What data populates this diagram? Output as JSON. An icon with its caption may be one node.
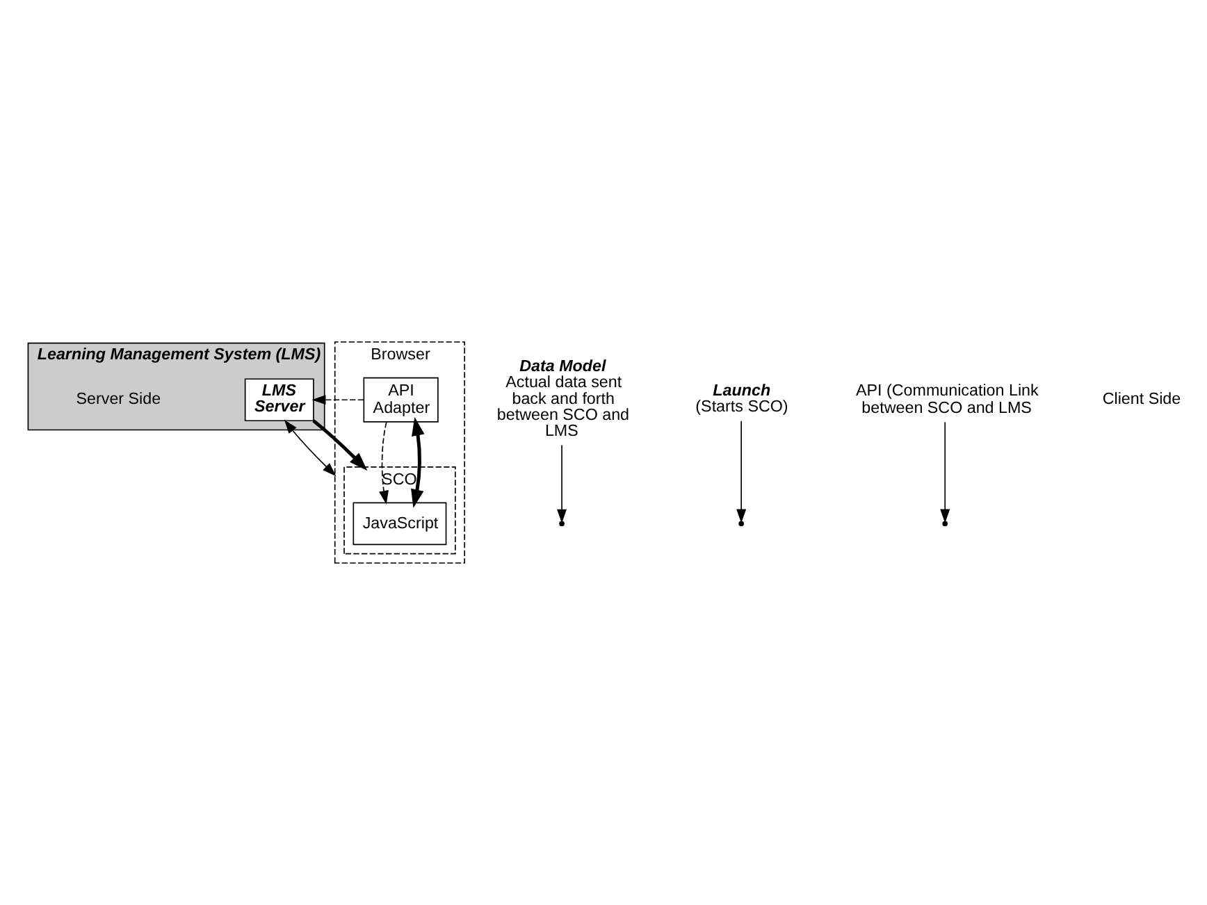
{
  "diagram": {
    "nodes": [
      {
        "text": [
          "Learning Management System (LMS)"
        ]
      },
      {
        "text": [
          "LMS Server"
        ],
        "in": 0
      },
      {
        "text": [
          "Browser"
        ]
      },
      {
        "text": [
          "Data Model",
          "Actual data sent back and forth between SCO and LMS"
        ]
      },
      {
        "text": [
          "SCO"
        ],
        "in": 2
      },
      {
        "text": [
          "API Adapter"
        ],
        "in": 2
      },
      {
        "text": [
          "JavaScript"
        ],
        "in": 4
      },
      {
        "text": [
          "Launch",
          "(Starts SCO)"
        ]
      },
      {
        "text": [
          "API (Communication Link between SCO and LMS"
        ]
      }
    ],
    "edges": [
      {
        "from": 5,
        "to": 1,
        "arrow": "to",
        "style": "dashed"
      },
      {
        "from": 1,
        "to": 2,
        "arrow": "both"
      },
      {
        "from": 1,
        "to": 4,
        "arrow": "to",
        "style": "thick"
      },
      {
        "from": 5,
        "to": 6,
        "arrow": "to",
        "style": "dashed"
      },
      {
        "from": 5,
        "to": 6,
        "arrow": "both",
        "style": "thick"
      },
      {
        "from": 3,
        "to": null,
        "arrow": "to"
      },
      {
        "from": 7,
        "to": null,
        "arrow": "to"
      },
      {
        "from": 8,
        "to": null,
        "arrow": "to"
      }
    ],
    "labels": [
      "Server Side",
      "Client Side"
    ]
  }
}
